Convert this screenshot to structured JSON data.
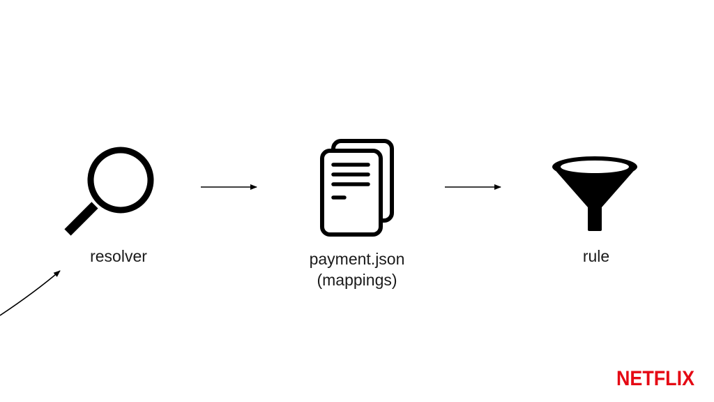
{
  "nodes": {
    "resolver": {
      "label": "resolver",
      "icon": "magnifying-glass-icon"
    },
    "payment": {
      "label_line1": "payment.json",
      "label_line2": "(mappings)",
      "icon": "documents-icon"
    },
    "rule": {
      "label": "rule",
      "icon": "funnel-icon"
    }
  },
  "edges": [
    {
      "from": "resolver",
      "to": "payment"
    },
    {
      "from": "payment",
      "to": "rule"
    },
    {
      "from": "external",
      "to": "resolver"
    }
  ],
  "logo": {
    "text": "NETFLIX",
    "color": "#e50914"
  },
  "colors": {
    "icon": "#000000",
    "text": "#1a1a1a",
    "background": "#ffffff"
  }
}
